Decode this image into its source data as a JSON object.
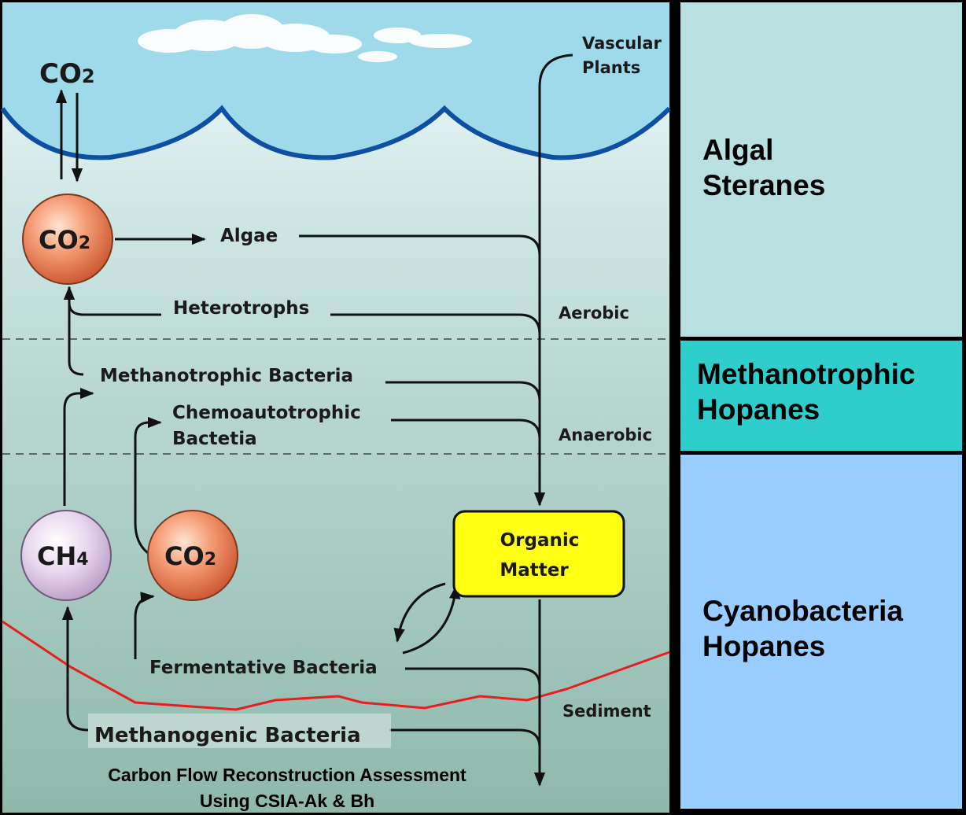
{
  "atmosphere": {
    "co2": "CO",
    "co2_sub": "2"
  },
  "vascular_plants": [
    "Vascular",
    "Plants"
  ],
  "circles": {
    "co2_upper": {
      "text": "CO",
      "sub": "2"
    },
    "ch4": {
      "text": "CH",
      "sub": "4"
    },
    "co2_lower": {
      "text": "CO",
      "sub": "2"
    }
  },
  "organisms": {
    "algae": "Algae",
    "heterotrophs": "Heterotrophs",
    "methanotrophic": "Methanotrophic Bacteria",
    "chemoautotrophic": [
      "Chemoautotrophic",
      "Bactetia"
    ],
    "fermentative": "Fermentative Bacteria",
    "methanogenic": "Methanogenic Bacteria"
  },
  "zones": {
    "aerobic": "Aerobic",
    "anaerobic": "Anaerobic",
    "sediment": "Sediment"
  },
  "organic_matter": [
    "Organic",
    "Matter"
  ],
  "caption": [
    "Carbon Flow Reconstruction Assessment",
    "Using CSIA-Ak & Bh"
  ],
  "panels": [
    {
      "lines": [
        "Algal",
        "Steranes"
      ],
      "color": "#b9e0e1"
    },
    {
      "lines": [
        "Methanotrophic",
        "Hopanes"
      ],
      "color": "#2fcdcc"
    },
    {
      "lines": [
        "Cyanobacteria",
        "Hopanes"
      ],
      "color": "#99ccff"
    }
  ],
  "colors": {
    "sediment_line": "#e61e1e",
    "water_surface": "#0d4fa3",
    "organic_box": "#ffff14",
    "sky": "#9fdaeb"
  }
}
